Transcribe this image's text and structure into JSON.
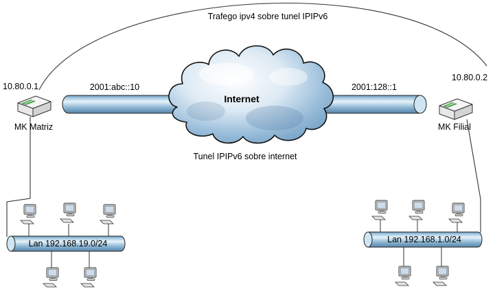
{
  "labels": {
    "arc_title": "Trafego ipv4 sobre tunel IPIPv6",
    "tunnel_caption": "Tunel IPIPv6 sobre internet",
    "cloud": "Internet",
    "tunnel_left_ip": "2001:abc::10",
    "tunnel_right_ip": "2001:128::1"
  },
  "routers": {
    "left": {
      "name": "MK Matriz",
      "ip": "10.80.0.1"
    },
    "right": {
      "name": "MK Filial",
      "ip": "10.80.0.2"
    }
  },
  "lans": {
    "left": {
      "label": "Lan 192.168.19.0/24"
    },
    "right": {
      "label": "Lan 192.168.1.0/24"
    }
  },
  "colors": {
    "outline": "#1a1a1a",
    "pipe_blue": "#7fa9c9",
    "cloud_blue": "#6b99c0",
    "cap_blue": "#cfe5f3"
  }
}
